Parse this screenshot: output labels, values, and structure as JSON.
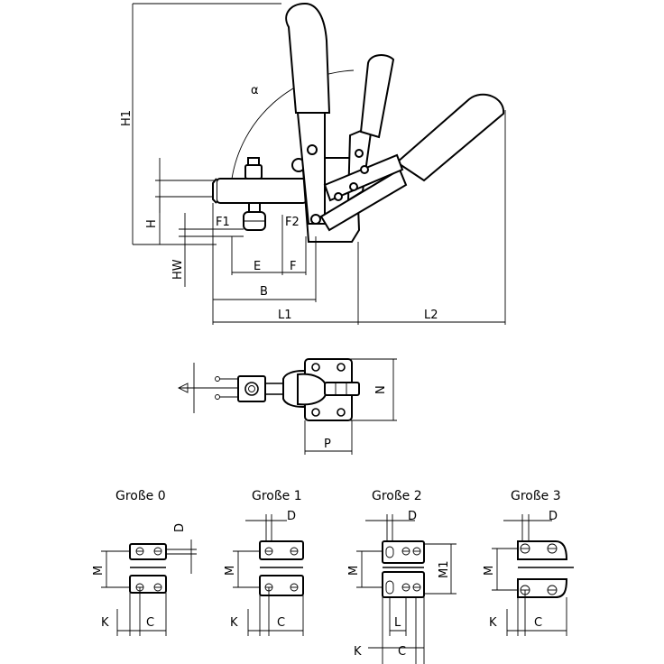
{
  "labels": {
    "alpha": "α",
    "H1": "H1",
    "H": "H",
    "F1": "F1",
    "F2": "F2",
    "HW": "HW",
    "E": "E",
    "F": "F",
    "B": "B",
    "L1": "L1",
    "L2": "L2",
    "N": "N",
    "P": "P"
  },
  "sizes": [
    {
      "title": "Große 0",
      "D": "D",
      "M": "M",
      "K": "K",
      "C": "C"
    },
    {
      "title": "Große 1",
      "D": "D",
      "M": "M",
      "K": "K",
      "C": "C"
    },
    {
      "title": "Große 2",
      "D": "D",
      "M": "M",
      "M1": "M1",
      "L": "L",
      "K": "K",
      "C": "C"
    },
    {
      "title": "Große 3",
      "D": "D",
      "M": "M",
      "K": "K",
      "C": "C"
    }
  ]
}
